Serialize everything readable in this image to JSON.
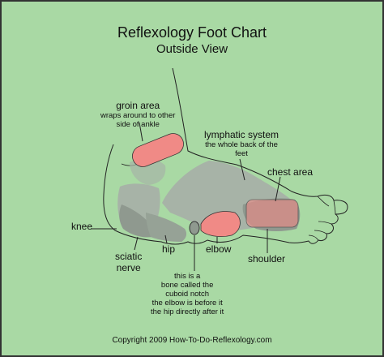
{
  "title": "Reflexology Foot Chart",
  "subtitle": "Outside View",
  "colors": {
    "background": "#a9d9a4",
    "region_pink": "#f08a86",
    "region_gray": "#a7b3a7",
    "region_dark": "#8f998f",
    "border": "#333333"
  },
  "labels": {
    "groin_area": {
      "name": "groin area",
      "note_1": "wraps around to other",
      "note_2": "side of ankle"
    },
    "lymphatic_system": {
      "name": "lymphatic system",
      "note_1": "the whole back of the",
      "note_2": "feet"
    },
    "chest_area": "chest area",
    "knee": "knee",
    "sciatic_nerve": {
      "line_1": "sciatic",
      "line_2": "nerve"
    },
    "hip": "hip",
    "elbow": "elbow",
    "shoulder": "shoulder",
    "cuboid_note": {
      "line_1": "this is a",
      "line_2": "bone called the",
      "line_3": "cuboid notch",
      "line_4": "the elbow is before it",
      "line_5": "the hip directly after it"
    }
  },
  "copyright": "Copyright 2009 How-To-Do-Reflexology.com"
}
